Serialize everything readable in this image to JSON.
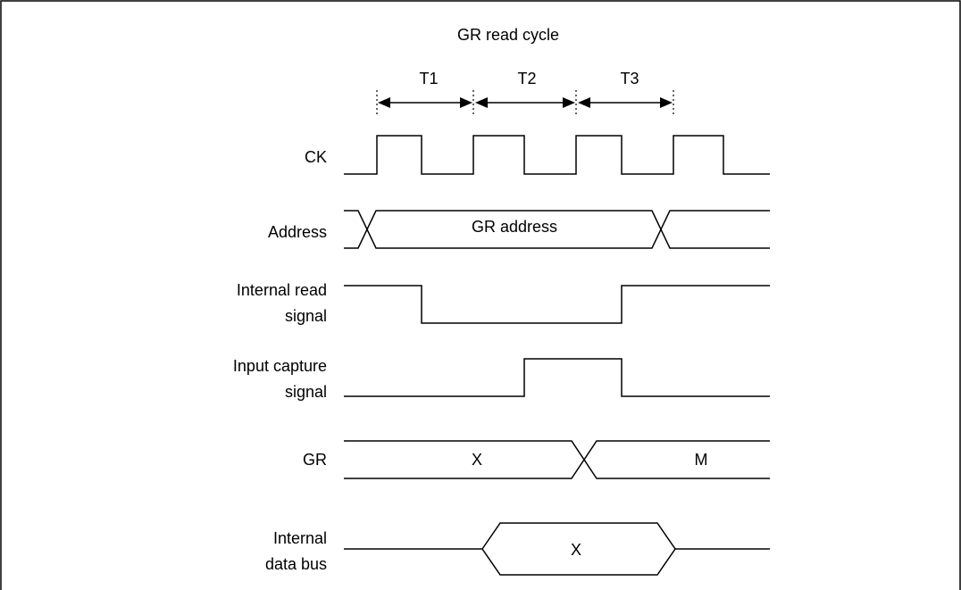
{
  "title": "GR read cycle",
  "periods": [
    "T1",
    "T2",
    "T3"
  ],
  "signals": {
    "ck": "CK",
    "address": "Address",
    "address_value": "GR address",
    "internal_read": [
      "Internal read",
      "signal"
    ],
    "input_capture": [
      "Input capture",
      "signal"
    ],
    "gr": "GR",
    "gr_before": "X",
    "gr_after": "M",
    "data_bus": [
      "Internal",
      "data bus"
    ],
    "data_bus_value": "X"
  },
  "colors": {
    "line": "#000000",
    "background": "#ffffff",
    "frame": "#000000"
  }
}
